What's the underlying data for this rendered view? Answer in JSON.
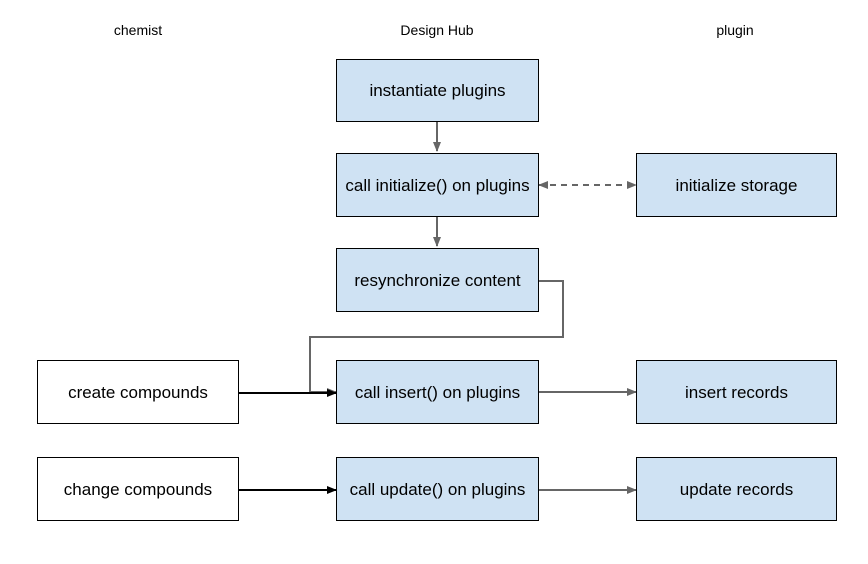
{
  "lanes": {
    "chemist": "chemist",
    "design_hub": "Design Hub",
    "plugin": "plugin"
  },
  "boxes": {
    "instantiate_plugins": "instantiate plugins",
    "call_initialize": "call initialize() on plugins",
    "initialize_storage": "initialize storage",
    "resynchronize_content": "resynchronize content",
    "create_compounds": "create compounds",
    "call_insert": "call insert() on plugins",
    "insert_records": "insert records",
    "change_compounds": "change compounds",
    "call_update": "call update() on plugins",
    "update_records": "update records"
  },
  "colors": {
    "process_fill": "#cfe2f3",
    "actor_fill": "#ffffff",
    "stroke": "#000000",
    "arrow_gray": "#666666"
  }
}
